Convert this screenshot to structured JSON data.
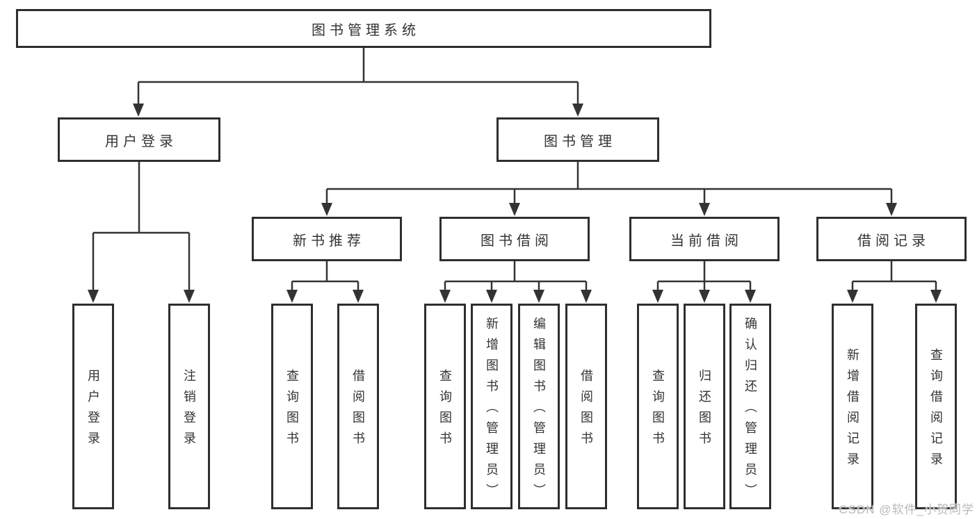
{
  "tree": {
    "root": "图书管理系统",
    "user_login": {
      "label": "用户登录",
      "leaves": [
        "用户登录",
        "注销登录"
      ]
    },
    "book_mgmt": {
      "label": "图书管理",
      "groups": [
        {
          "label": "新书推荐",
          "leaves": [
            "查询图书",
            "借阅图书"
          ]
        },
        {
          "label": "图书借阅",
          "leaves": [
            "查询图书",
            "新增图书（管理员）",
            "编辑图书（管理员）",
            "借阅图书"
          ]
        },
        {
          "label": "当前借阅",
          "leaves": [
            "查询图书",
            "归还图书",
            "确认归还（管理员）"
          ]
        },
        {
          "label": "借阅记录",
          "leaves": [
            "新增借阅记录",
            "查询借阅记录"
          ]
        }
      ]
    }
  },
  "watermark": {
    "text": "CSDN @软件_小贺同学"
  },
  "colors": {
    "line": "#333333",
    "box_border": "#2e2e2e",
    "text": "#333333",
    "watermark": "#b9b9b9",
    "background": "#ffffff"
  }
}
